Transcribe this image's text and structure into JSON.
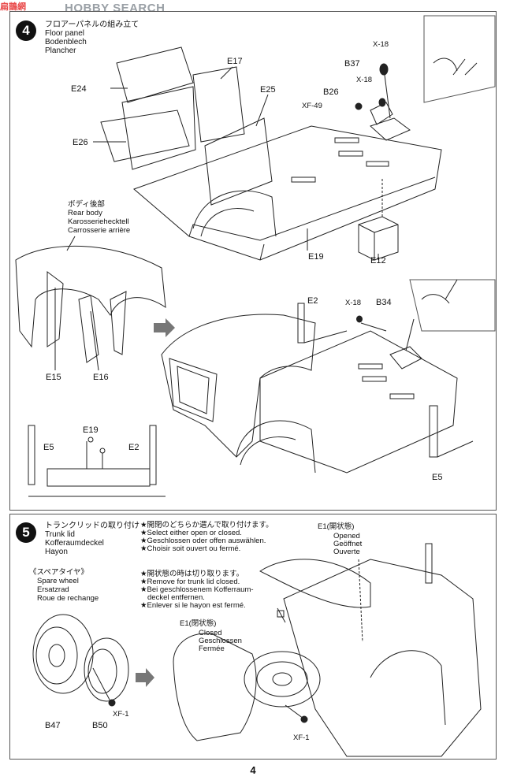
{
  "watermark": {
    "site": "扁鵲網",
    "text": "HOBBY SEARCH"
  },
  "step4": {
    "number": "4",
    "title_jp": "フロアーパネルの組み立て",
    "title_en": "Floor panel",
    "title_de": "Bodenblech",
    "title_fr": "Plancher",
    "rear_body_jp": "ボディ後部",
    "rear_body_en": "Rear body",
    "rear_body_de": "Karosseriehecktell",
    "rear_body_fr": "Carrosserie arrière",
    "labels": {
      "e24": "E24",
      "e17": "E17",
      "e25": "E25",
      "e26": "E26",
      "b37": "B37",
      "x18a": "X-18",
      "x18b": "X-18",
      "b26": "B26",
      "xf49": "XF-49",
      "e19": "E19",
      "e12": "E12",
      "e15": "E15",
      "e16": "E16",
      "e2a": "E2",
      "x18c": "X-18",
      "b34": "B34",
      "e5a": "E5",
      "e19b": "E19",
      "e2b": "E2",
      "e5b": "E5"
    }
  },
  "step5": {
    "number": "5",
    "title_jp": "トランクリッドの取り付け",
    "title_en": "Trunk lid",
    "title_de": "Kofferaumdeckel",
    "title_fr": "Hayon",
    "note1": [
      "★開閉のどちらか選んで取り付けます。",
      "★Select either open or closed.",
      "★Geschlossen oder offen auswählen.",
      "★Choisir soit ouvert ou fermé."
    ],
    "note2": [
      "★開状態の時は切り取ります。",
      "★Remove for trunk lid closed.",
      "★Bei geschlossenem Kofferraum-",
      "deckel entfernen.",
      "★Enlever si le hayon est fermé."
    ],
    "spare_jp": "《スペアタイヤ》",
    "spare_en": "Spare wheel",
    "spare_de": "Ersatzrad",
    "spare_fr": "Roue de rechange",
    "open_label": "E1(開状態)",
    "open_en": "Opened",
    "open_de": "Geöffnet",
    "open_fr": "Ouverte",
    "closed_label": "E1(閉状態)",
    "closed_en": "Closed",
    "closed_de": "Geschlossen",
    "closed_fr": "Fermée",
    "labels": {
      "b47": "B47",
      "b50": "B50",
      "xf1a": "XF-1",
      "xf1b": "XF-1"
    }
  },
  "page_number": "4"
}
